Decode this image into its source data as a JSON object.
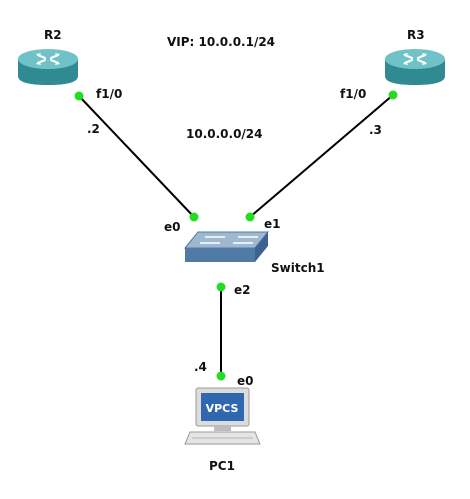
{
  "topology": {
    "vip": "VIP: 10.0.0.1/24",
    "network": "10.0.0.0/24",
    "colors": {
      "link": "#000000",
      "port_up": "#22dd22",
      "router_body": "#2f8a92",
      "router_top": "#6fc3c8",
      "switch_body": "#4f7aa6",
      "switch_top": "#9fb8d0",
      "pc_screen": "#2f67b0"
    },
    "devices": {
      "r2": {
        "name": "R2",
        "icon": "router-icon"
      },
      "r3": {
        "name": "R3",
        "icon": "router-icon"
      },
      "switch1": {
        "name": "Switch1",
        "icon": "switch-icon"
      },
      "pc1": {
        "name": "PC1",
        "icon": "vpcs-pc-icon",
        "screen_text": "VPCS"
      }
    },
    "ports": {
      "r2_f10": "f1/0",
      "r3_f10": "f1/0",
      "sw_e0": "e0",
      "sw_e1": "e1",
      "sw_e2": "e2",
      "pc_e0": "e0"
    },
    "hosts": {
      "r2": ".2",
      "r3": ".3",
      "pc1": ".4"
    }
  }
}
